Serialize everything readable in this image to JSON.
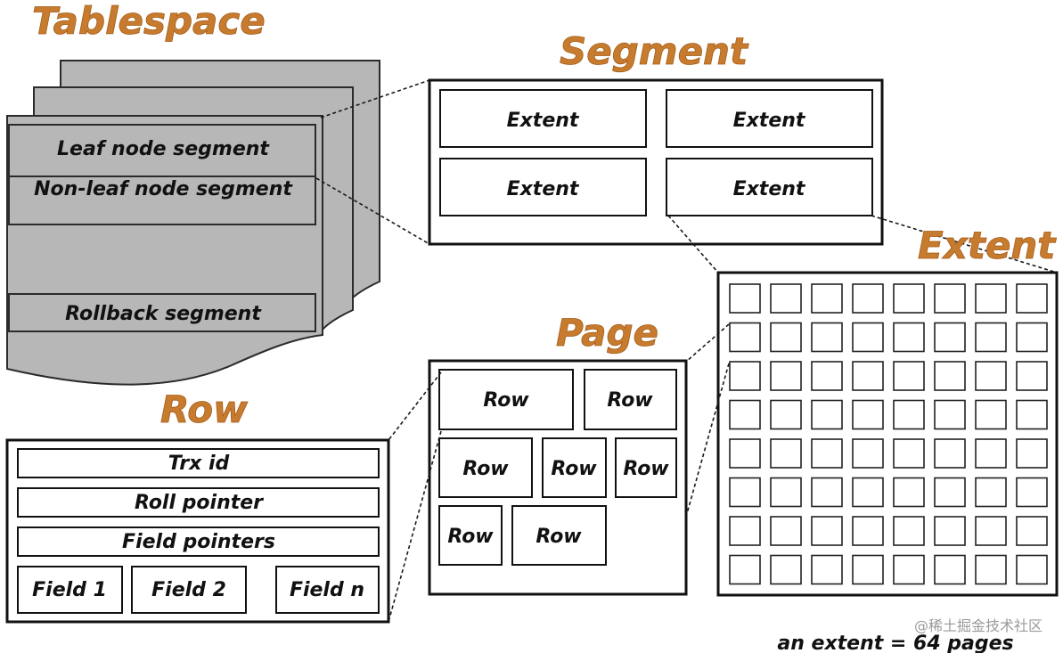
{
  "headings": {
    "tablespace": "Tablespace",
    "segment": "Segment",
    "extent": "Extent",
    "page": "Page",
    "row": "Row"
  },
  "tablespace": {
    "segments": [
      "Leaf node segment",
      "Non-leaf node segment",
      "Rollback segment"
    ]
  },
  "segment": {
    "extents": [
      "Extent",
      "Extent",
      "Extent",
      "Extent"
    ]
  },
  "extent_grid": {
    "rows": 8,
    "cols": 8,
    "caption": "an extent = 64 pages"
  },
  "page": {
    "rows": [
      "Row",
      "Row",
      "Row",
      "Row",
      "Row",
      "Row",
      "Row"
    ]
  },
  "row": {
    "fields": [
      "Trx id",
      "Roll pointer",
      "Field pointers"
    ],
    "columns": [
      "Field 1",
      "Field 2",
      "Field n"
    ]
  },
  "watermark": "@稀土掘金技术社区",
  "colors": {
    "heading": "#c77b2e",
    "sheet": "#b7b7b7",
    "line": "#111111"
  }
}
